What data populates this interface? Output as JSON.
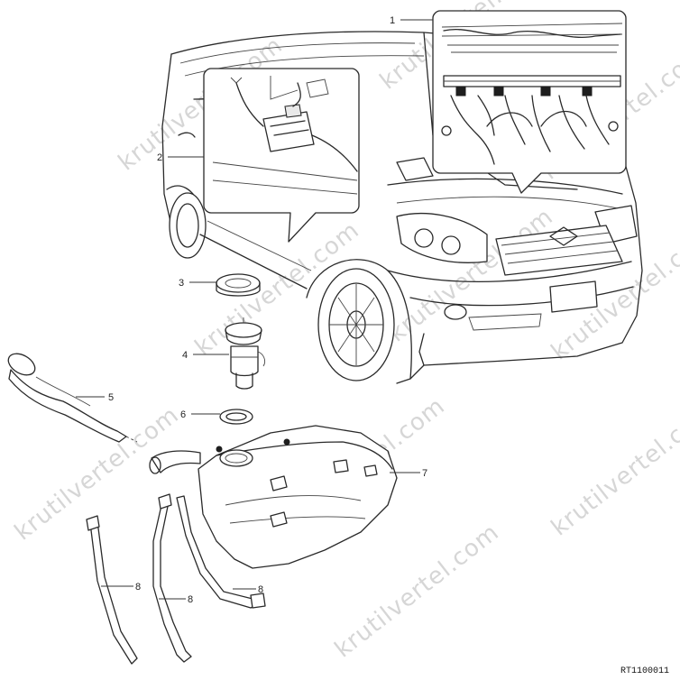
{
  "diagram": {
    "watermark_text": "krutilvertel.com",
    "figure_code": "RT1100011",
    "callouts": [
      {
        "id": "c1",
        "label": "1"
      },
      {
        "id": "c2",
        "label": "2"
      },
      {
        "id": "c3",
        "label": "3"
      },
      {
        "id": "c4",
        "label": "4"
      },
      {
        "id": "c5",
        "label": "5"
      },
      {
        "id": "c6",
        "label": "6"
      },
      {
        "id": "c7",
        "label": "7"
      },
      {
        "id": "c8a",
        "label": "8"
      },
      {
        "id": "c8b",
        "label": "8"
      },
      {
        "id": "c8c",
        "label": "8"
      }
    ]
  }
}
